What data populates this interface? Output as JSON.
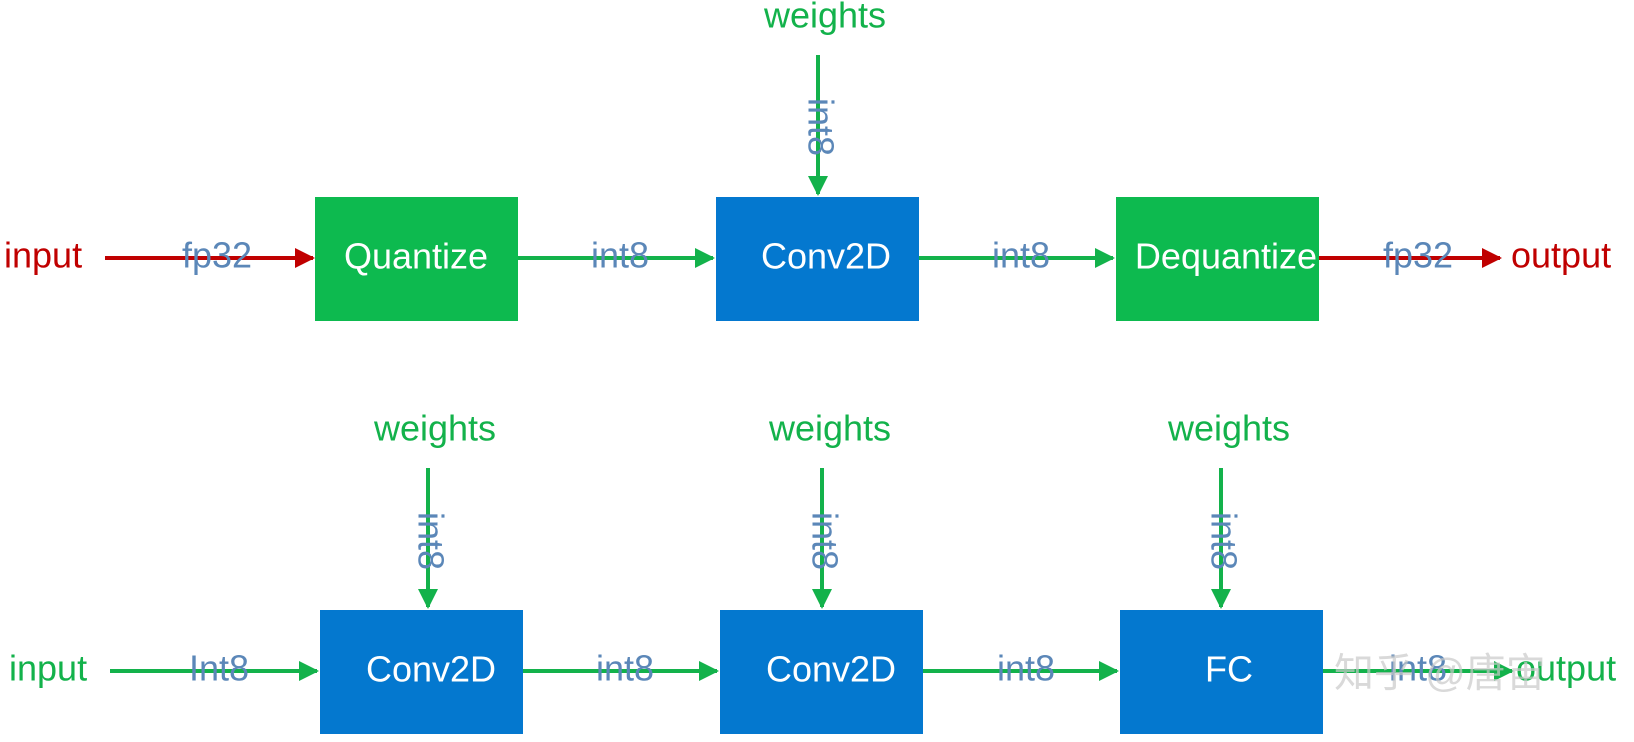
{
  "top": {
    "input": "input",
    "output": "output",
    "weights": "weights",
    "weights_edge": "int8",
    "edges": [
      "fp32",
      "int8",
      "int8",
      "fp32"
    ],
    "boxes": [
      "Quantize",
      "Conv2D",
      "Dequantize"
    ]
  },
  "bottom": {
    "input": "input",
    "output": "output",
    "weights": [
      "weights",
      "weights",
      "weights"
    ],
    "weights_edges": [
      "int8",
      "int8",
      "int8"
    ],
    "edges": [
      "Int8",
      "int8",
      "int8",
      "int8"
    ],
    "boxes": [
      "Conv2D",
      "Conv2D",
      "FC"
    ]
  },
  "watermark": "知乎 @唐宙",
  "colors": {
    "green_box": "#0dba4f",
    "blue_box": "#0478cf",
    "green_arrow": "#13b24b",
    "red_arrow": "#c00000",
    "edge_label": "#5b87b8"
  }
}
